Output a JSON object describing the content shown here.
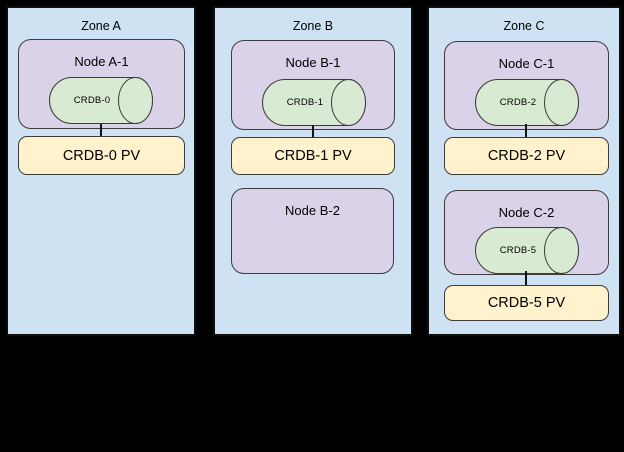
{
  "zones": [
    {
      "label": "Zone A",
      "nodes": [
        {
          "label": "Node A-1",
          "pod": "CRDB-0",
          "pv": "CRDB-0 PV"
        }
      ]
    },
    {
      "label": "Zone B",
      "nodes": [
        {
          "label": "Node B-1",
          "pod": "CRDB-1",
          "pv": "CRDB-1 PV"
        },
        {
          "label": "Node B-2"
        }
      ]
    },
    {
      "label": "Zone C",
      "nodes": [
        {
          "label": "Node C-1",
          "pod": "CRDB-2",
          "pv": "CRDB-2 PV"
        },
        {
          "label": "Node C-2",
          "pod": "CRDB-5",
          "pv": "CRDB-5 PV"
        }
      ]
    }
  ],
  "colors": {
    "background": "#000000",
    "zone_fill": "#cfe2f3",
    "zone_border": "#0d0d0d",
    "node_fill": "#d9d2e9",
    "cylinder_fill": "#d9ead3",
    "pv_fill": "#fff2cc",
    "shape_border": "#3c3c3c",
    "text": "#000000"
  }
}
